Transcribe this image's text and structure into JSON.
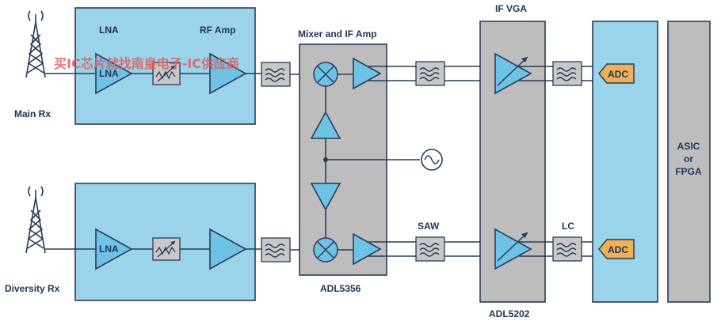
{
  "labels": {
    "main_rx": "Main Rx",
    "diversity_rx": "Diversity Rx",
    "lna_top_header": "LNA",
    "rf_amp_header": "RF Amp",
    "lna_top_block": "LNA",
    "lna_bottom_block": "LNA",
    "mixer_if_amp": "Mixer and IF Amp",
    "adl5356": "ADL5356",
    "saw": "SAW",
    "if_vga": "IF VGA",
    "adl5202": "ADL5202",
    "lc": "LC",
    "adc_top": "ADC",
    "adc_bottom": "ADC",
    "asic_line1": "ASIC",
    "asic_line2": "or",
    "asic_line3": "FPGA"
  },
  "watermark": "买IC芯片就找南皇电子-IC供应商",
  "colors": {
    "light_blue": "#9bd3ea",
    "gray": "#bdbdbd",
    "adc_orange": "#f0b055",
    "line": "#2a3b57",
    "text": "#1d3557"
  }
}
